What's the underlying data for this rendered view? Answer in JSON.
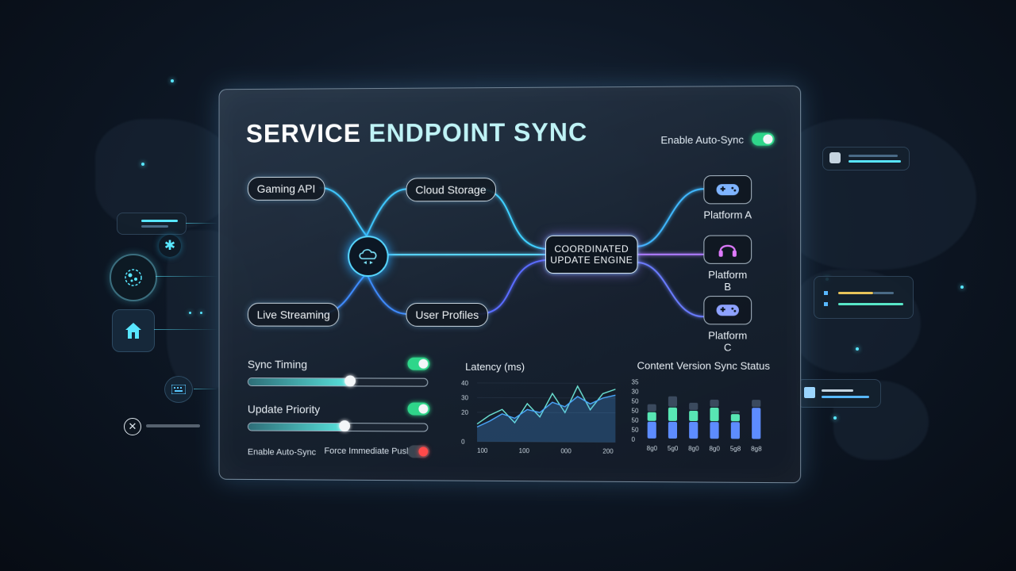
{
  "panel": {
    "title_part1": "SERVICE",
    "title_part2": "ENDPOINT SYNC",
    "top_toggle": {
      "label": "Enable Auto-Sync",
      "state": "on"
    }
  },
  "flow": {
    "sources": [
      "Gaming API",
      "Live Streaming"
    ],
    "targets": [
      "Cloud Storage",
      "User Profiles"
    ],
    "engine_line1": "COORDINATED",
    "engine_line2": "UPDATE ENGINE",
    "hub_icon": "cloud-sync-icon",
    "platforms": [
      {
        "label": "Platform A",
        "icon": "gamepad-icon",
        "color": "#7fb4ff"
      },
      {
        "label": "Platform B",
        "icon": "headset-icon",
        "color": "#e07bff"
      },
      {
        "label": "Platform C",
        "icon": "gamepad-icon",
        "color": "#8ea2ff"
      }
    ]
  },
  "controls": {
    "sync_timing": {
      "label": "Sync Timing",
      "toggle": "on",
      "value": 0.57
    },
    "update_priority": {
      "label": "Update Priority",
      "toggle": "on",
      "value": 0.54
    },
    "auto_sync_label": "Enable Auto-Sync",
    "force_push": {
      "label": "Force Immediate Push",
      "toggle": "off"
    }
  },
  "chart_data": [
    {
      "type": "line",
      "title": "Latency (ms)",
      "y_ticks": [
        "40",
        "30",
        "20",
        "0"
      ],
      "x_ticks": [
        "100",
        "100",
        "000",
        "200"
      ],
      "ylim": [
        0,
        40
      ],
      "series": [
        {
          "values": [
            12,
            18,
            22,
            13,
            26,
            17,
            33,
            20,
            38,
            22,
            33,
            36
          ]
        },
        {
          "values": [
            10,
            14,
            19,
            16,
            22,
            20,
            27,
            24,
            31,
            26,
            30,
            32
          ]
        }
      ],
      "colors": [
        "#6ee8d8",
        "#4aa8ff"
      ]
    },
    {
      "type": "bar",
      "title": "Content Version Sync Status",
      "y_ticks": [
        "35",
        "30",
        "50",
        "50",
        "50",
        "50",
        "0"
      ],
      "categories": [
        "8g0",
        "5g0",
        "8g0",
        "8g0",
        "5g8",
        "8g8"
      ],
      "series": [
        {
          "values": [
            22,
            22,
            22,
            22,
            22,
            40
          ]
        },
        {
          "values": [
            12,
            18,
            14,
            18,
            10,
            0
          ]
        },
        {
          "values": [
            10,
            14,
            10,
            10,
            4,
            10
          ]
        }
      ],
      "colors": [
        "#5d8cff",
        "#58e6b4",
        "#3b4a5e"
      ]
    }
  ],
  "side_decor": {
    "left_icons": [
      "microbe-icon",
      "home-icon",
      "snowflake-icon",
      "keyboard-icon",
      "close-icon"
    ],
    "right_icons": [
      "printer-icon",
      "thumbs-up-icon"
    ]
  }
}
